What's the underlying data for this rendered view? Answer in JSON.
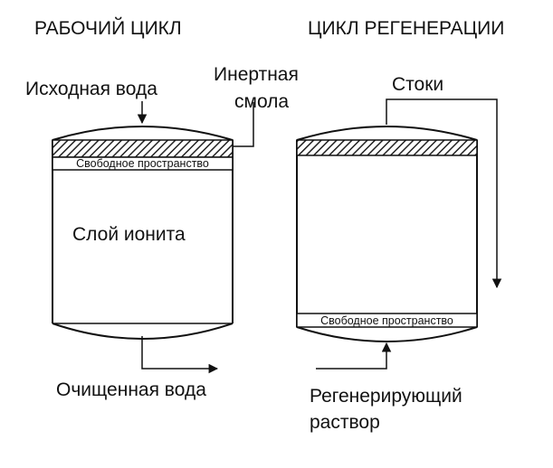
{
  "working_cycle": {
    "title": "РАБОЧИЙ ЦИКЛ",
    "feed_water_label": "Исходная вода",
    "inert_resin_label_line1": "Инертная",
    "inert_resin_label_line2": "смола",
    "free_space_label": "Свободное пространство",
    "ion_exchanger_label": "Слой ионита",
    "treated_water_label": "Очищенная вода"
  },
  "regeneration_cycle": {
    "title": "ЦИКЛ РЕГЕНЕРАЦИИ",
    "drain_label": "Стоки",
    "free_space_label": "Свободное пространство",
    "regenerant_label_line1": "Регенерирующий",
    "regenerant_label_line2": "раствор"
  },
  "colors": {
    "line": "#111111",
    "hatch": "#222222",
    "background": "#ffffff"
  }
}
